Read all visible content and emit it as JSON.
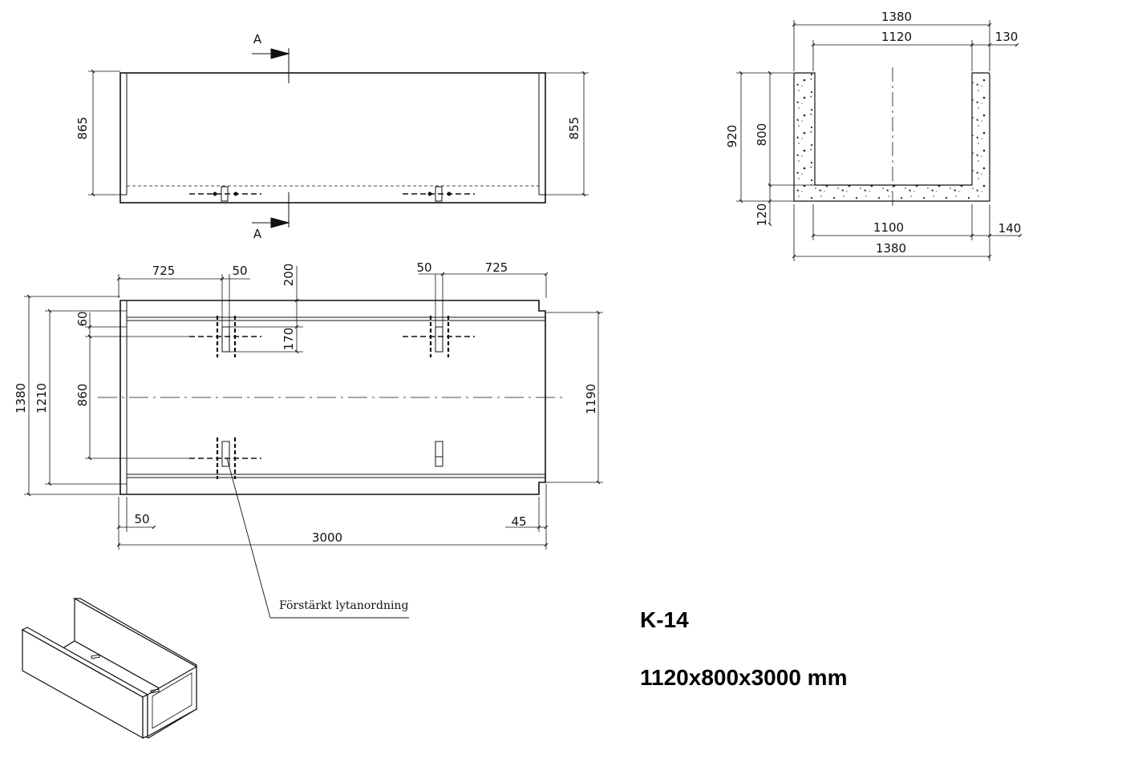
{
  "drawing": {
    "code": "K-14",
    "size": "1120x800x3000 mm",
    "annotation": "Förstärkt lytanordning",
    "section_marker": "A"
  },
  "side_view": {
    "height_left": "865",
    "height_right": "855"
  },
  "plan_view": {
    "dim_left_offset": "725",
    "dim_left_slot": "50",
    "dim_right_slot": "50",
    "dim_right_offset": "725",
    "dim_top_offset": "200",
    "dim_slot_length": "170",
    "dim_slot_edge": "60",
    "dim_slot_spacing": "860",
    "dim_outer_width": "1380",
    "dim_inner_width": "1210",
    "dim_right_width": "1190",
    "dim_left_end": "50",
    "dim_right_end": "45",
    "dim_total_length": "3000"
  },
  "section_view": {
    "outer_width_top": "1380",
    "inner_width": "1120",
    "wall_top": "130",
    "total_height": "920",
    "inner_height": "800",
    "floor_thickness": "120",
    "floor_width": "1100",
    "wall_bottom": "140",
    "outer_width_bottom": "1380"
  }
}
